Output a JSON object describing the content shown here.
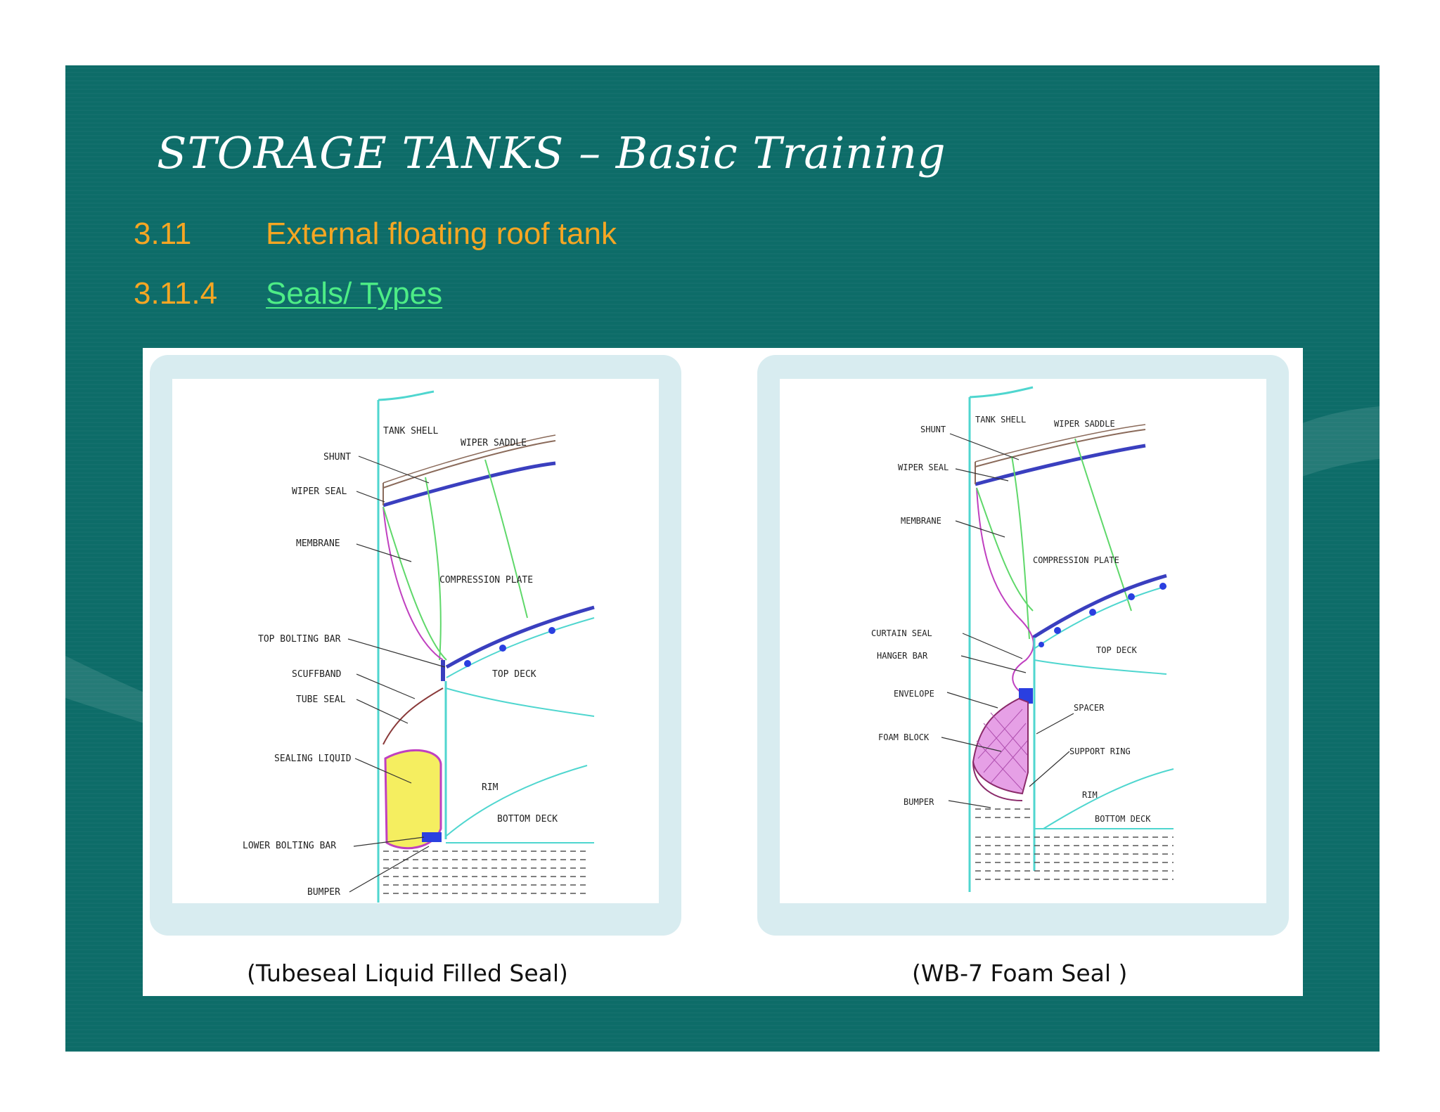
{
  "slide": {
    "title": "STORAGE TANKS – Basic Training",
    "sections": [
      {
        "number": "3.11",
        "text": "External floating roof tank",
        "link": false
      },
      {
        "number": "3.11.4",
        "text": "Seals/ Types",
        "link": true
      }
    ]
  },
  "figure": {
    "left": {
      "caption": "(Tubeseal Liquid Filled Seal)",
      "labels": {
        "tank_shell": "TANK SHELL",
        "wiper_saddle": "WIPER SADDLE",
        "shunt": "SHUNT",
        "wiper_seal": "WIPER SEAL",
        "membrane": "MEMBRANE",
        "compression_plate": "COMPRESSION PLATE",
        "top_bolting_bar": "TOP BOLTING BAR",
        "scuffband": "SCUFFBAND",
        "tube_seal": "TUBE SEAL",
        "top_deck": "TOP DECK",
        "sealing_liquid": "SEALING LIQUID",
        "rim": "RIM",
        "bottom_deck": "BOTTOM DECK",
        "lower_bolting_bar": "LOWER BOLTING BAR",
        "bumper": "BUMPER"
      }
    },
    "right": {
      "caption": "(WB-7 Foam Seal )",
      "labels": {
        "tank_shell": "TANK SHELL",
        "wiper_saddle": "WIPER SADDLE",
        "shunt": "SHUNT",
        "wiper_seal": "WIPER SEAL",
        "membrane": "MEMBRANE",
        "compression_plate": "COMPRESSION PLATE",
        "curtain_seal": "CURTAIN SEAL",
        "hanger_bar": "HANGER BAR",
        "top_deck": "TOP DECK",
        "envelope": "ENVELOPE",
        "spacer": "SPACER",
        "foam_block": "FOAM BLOCK",
        "support_ring": "SUPPORT RING",
        "rim": "RIM",
        "bumper": "BUMPER",
        "bottom_deck": "BOTTOM DECK"
      }
    }
  },
  "colors": {
    "slide_background": "#0d6c68",
    "title": "#ffffff",
    "section_text": "#f5a623",
    "link": "#4ded86",
    "panel_frame": "#d8ecf0",
    "shell_line": "#4fd6cf",
    "roof_line": "#3a3fbf",
    "membrane": "#c040c0",
    "compression_plate": "#5fd86a",
    "sealing_liquid": "#f5ee60",
    "foam_block": "#e6a0e6"
  }
}
